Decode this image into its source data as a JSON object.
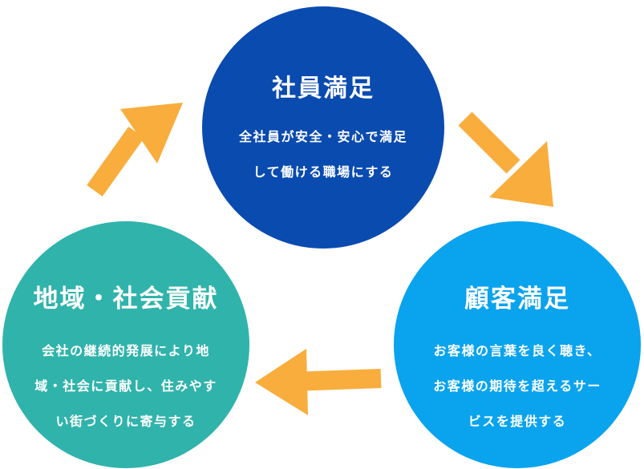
{
  "colors": {
    "employee": "#0a4bb0",
    "customer": "#0aa3ee",
    "society": "#30b3ab",
    "arrow": "#f9ad3d"
  },
  "employee": {
    "title": "社員満足",
    "lines": [
      "全社員が安全・安心で満足",
      "して働ける職場にする"
    ]
  },
  "customer": {
    "title": "顧客満足",
    "lines": [
      "お客様の言葉を良く聴き、",
      "お客様の期待を超えるサー",
      "ビスを提供する"
    ]
  },
  "society": {
    "title": "地域・社会貢献",
    "lines": [
      "会社の継続的発展により地",
      "域・社会に貢献し、住みやす",
      "い街づくりに寄与する"
    ]
  }
}
